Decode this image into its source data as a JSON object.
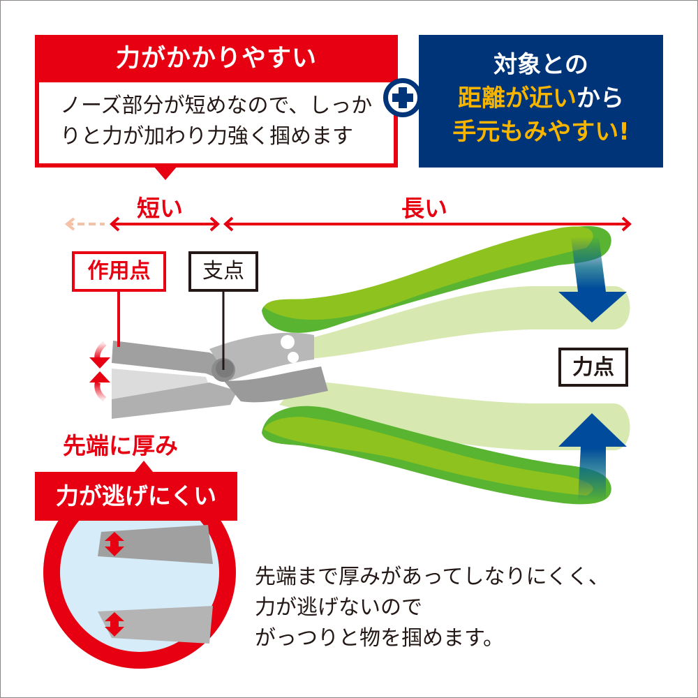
{
  "force_panel": {
    "title": "力がかかりやすい",
    "body_line1": "ノーズ部分が短めなので、しっか",
    "body_line2": "りと力が加わり力強く掴めます",
    "color": "#e60012"
  },
  "plus_badge": {
    "icon": "plus-icon"
  },
  "distance_panel": {
    "line1": "対象との",
    "line2_highlight": "距離が近い",
    "line2_rest": "から",
    "line3": "手元もみやすい!",
    "bg_color": "#003478",
    "highlight_color": "#f8b500"
  },
  "lengths": {
    "short_label": "短い",
    "long_label": "長い"
  },
  "points": {
    "action": "作用点",
    "fulcrum": "支点",
    "effort": "力点"
  },
  "tip_section": {
    "heading": "先端に厚み",
    "banner": "力が逃げにくい"
  },
  "description": {
    "line1": "先端まで厚みがあってしなりにくく、",
    "line2": "力が逃げないので",
    "line3": "がっつりと物を掴めます。"
  },
  "colors": {
    "red": "#e60012",
    "navy": "#003478",
    "yellow": "#f8b500",
    "grip_green": "#8dc21f",
    "grip_dark_green": "#58b431",
    "grip_light_green": "#d3e6a8",
    "arrow_blue": "#004b9b",
    "metal_gray": "#a0a0a0",
    "zoom_bg": "#d6ecf8"
  }
}
